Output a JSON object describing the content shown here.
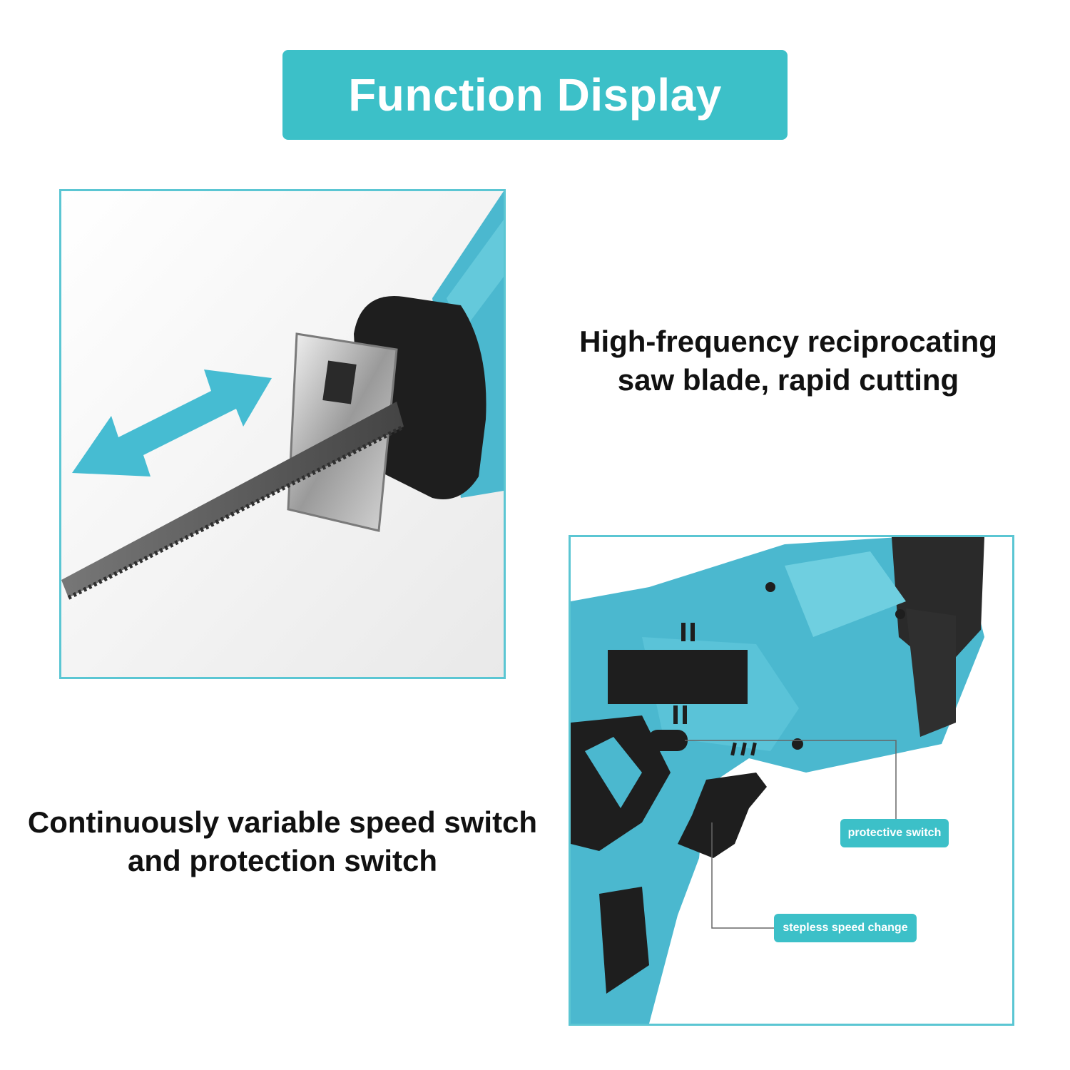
{
  "header": {
    "title": "Function Display"
  },
  "captions": {
    "blade_line1": "High-frequency reciprocating",
    "blade_line2": "saw blade, rapid cutting",
    "switch_line1": "Continuously variable speed switch",
    "switch_line2": "and protection switch"
  },
  "callouts": {
    "protective_switch": "protective switch",
    "stepless_speed": "stepless speed change"
  },
  "colors": {
    "accent_teal": "#3cc0c8",
    "panel_border": "#5bc6d3",
    "tool_blue": "#4bb8cf",
    "tool_dark": "#1e1e1e"
  },
  "icons": {
    "motion_arrow": "double-arrow-icon"
  }
}
